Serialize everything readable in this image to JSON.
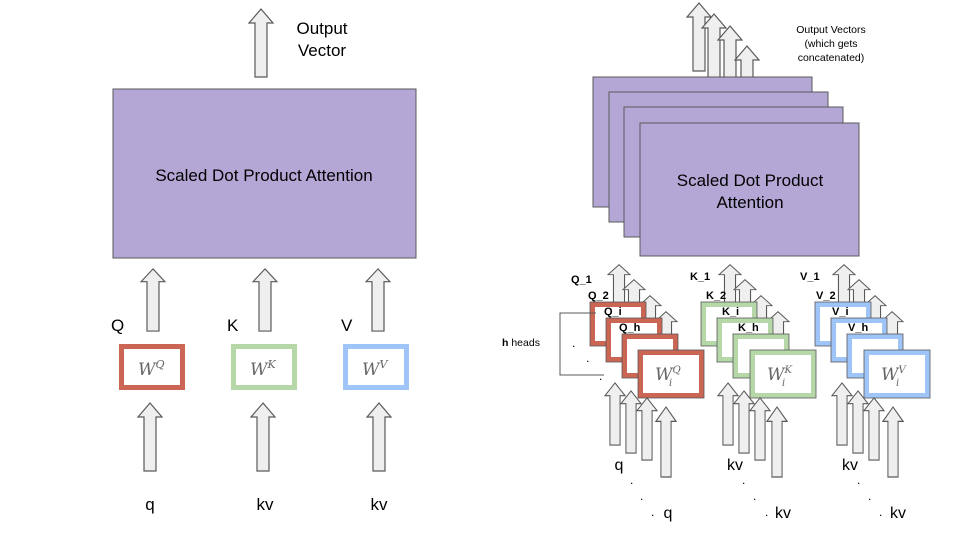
{
  "left": {
    "output_line1": "Output",
    "output_line2": "Vector",
    "attention_box": "Scaled Dot Product Attention",
    "proj_Q": "Q",
    "proj_K": "K",
    "proj_V": "V",
    "input_q": "q",
    "input_kv1": "kv",
    "input_kv2": "kv",
    "wq_base": "W",
    "wq_sup": "Q",
    "wk_base": "W",
    "wk_sup": "K",
    "wv_base": "W",
    "wv_sup": "V"
  },
  "right": {
    "output_line1": "Output Vectors",
    "output_line2": "(which gets",
    "output_line3": "concatenated)",
    "attention_line1": "Scaled Dot Product",
    "attention_line2": "Attention",
    "heads_bold": "h",
    "heads_rest": " heads",
    "q_labels": [
      "Q_1",
      "Q_2",
      "Q_i",
      "Q_h"
    ],
    "k_labels": [
      "K_1",
      "K_2",
      "K_i",
      "K_h"
    ],
    "v_labels": [
      "V_1",
      "V_2",
      "V_i",
      "V_h"
    ],
    "wq_base": "W",
    "wq_sup": "Q",
    "wq_sub": "i",
    "wk_base": "W",
    "wk_sup": "K",
    "wk_sub": "i",
    "wv_base": "W",
    "wv_sup": "V",
    "wv_sub": "i",
    "input_q_top": "q",
    "input_q_bottom": "q",
    "input_kv_top1": "kv",
    "input_kv_bottom1": "kv",
    "input_kv_top2": "kv",
    "input_kv_bottom2": "kv",
    "dot": "."
  },
  "colors": {
    "attention_fill": "#b4a7d6",
    "q_border": "#cc6654",
    "k_border": "#b6d7a8",
    "v_border": "#9fc5f8",
    "arrow_fill": "#efefef",
    "arrow_stroke": "#595959"
  }
}
